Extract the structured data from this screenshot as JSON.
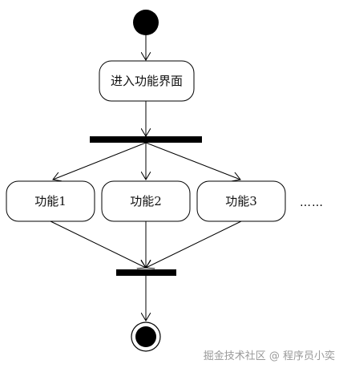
{
  "diagram": {
    "nodes": {
      "enter": "进入功能界面",
      "func1": "功能1",
      "func2": "功能2",
      "func3": "功能3"
    },
    "ellipsis": "……",
    "colors": {
      "stroke": "#000000",
      "fill": "#ffffff",
      "bar": "#000000"
    }
  },
  "watermark": "掘金技术社区 @ 程序员小奕"
}
